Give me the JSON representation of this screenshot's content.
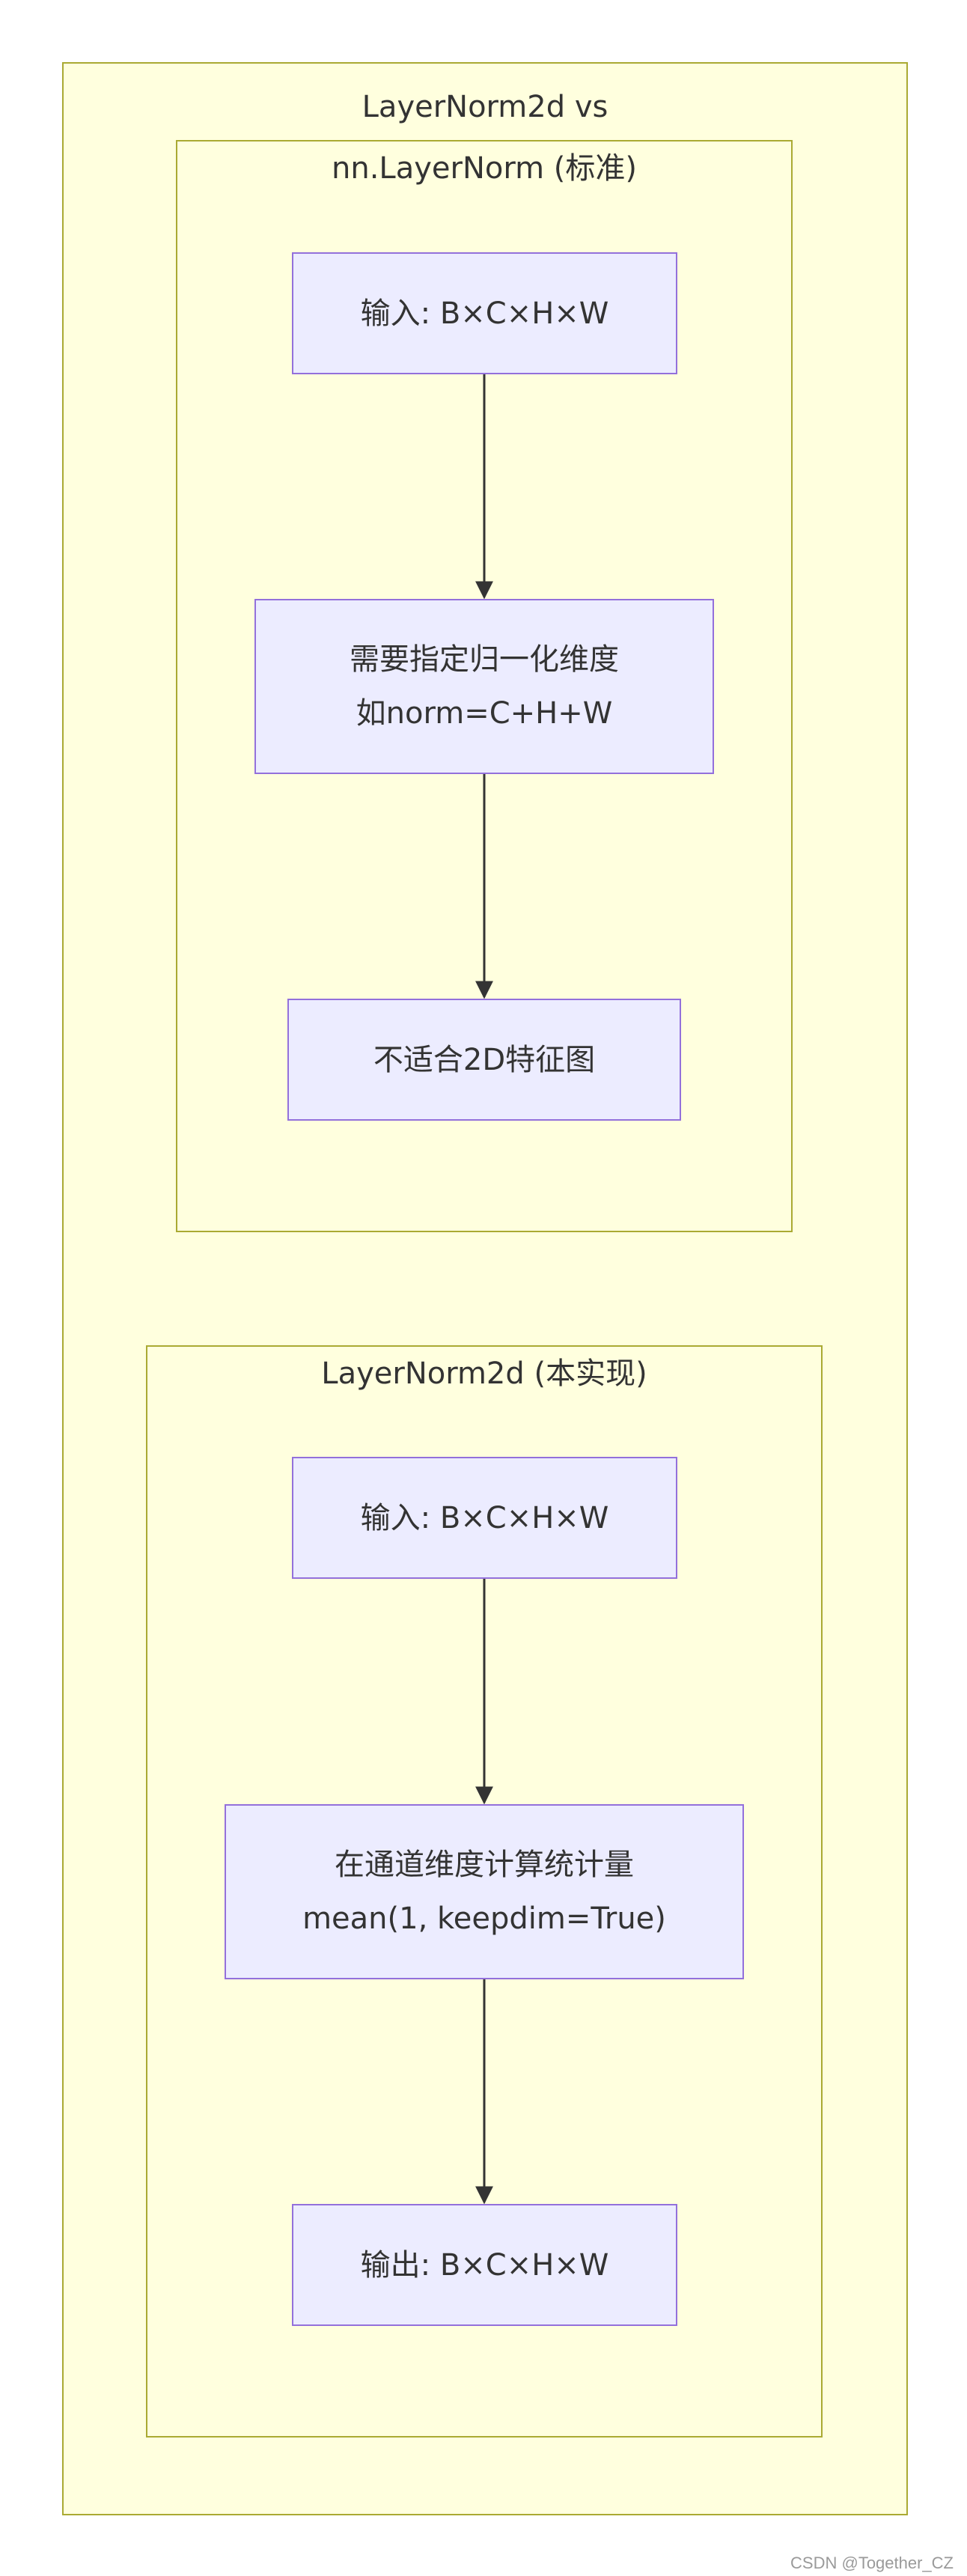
{
  "diagram": {
    "outer_cluster": {
      "label_lines": [
        "LayerNorm2d vs",
        "nn.LayerNorm"
      ]
    },
    "cluster_standard": {
      "label": "nn.LayerNorm (标准)",
      "nodes": [
        {
          "lines": [
            "输入: B×C×H×W"
          ]
        },
        {
          "lines": [
            "需要指定归一化维度",
            "如norm=C+H+W"
          ]
        },
        {
          "lines": [
            "不适合2D特征图"
          ]
        }
      ]
    },
    "cluster_impl": {
      "label": "LayerNorm2d (本实现)",
      "nodes": [
        {
          "lines": [
            "输入: B×C×H×W"
          ]
        },
        {
          "lines": [
            "在通道维度计算统计量",
            "mean(1, keepdim=True)"
          ]
        },
        {
          "lines": [
            "输出: B×C×H×W"
          ]
        }
      ]
    },
    "colors": {
      "cluster_fill": "#ffffde",
      "cluster_stroke": "#aaaa33",
      "node_fill": "#ececff",
      "node_stroke": "#9370db",
      "edge": "#333333"
    }
  },
  "watermark": "CSDN @Together_CZ"
}
